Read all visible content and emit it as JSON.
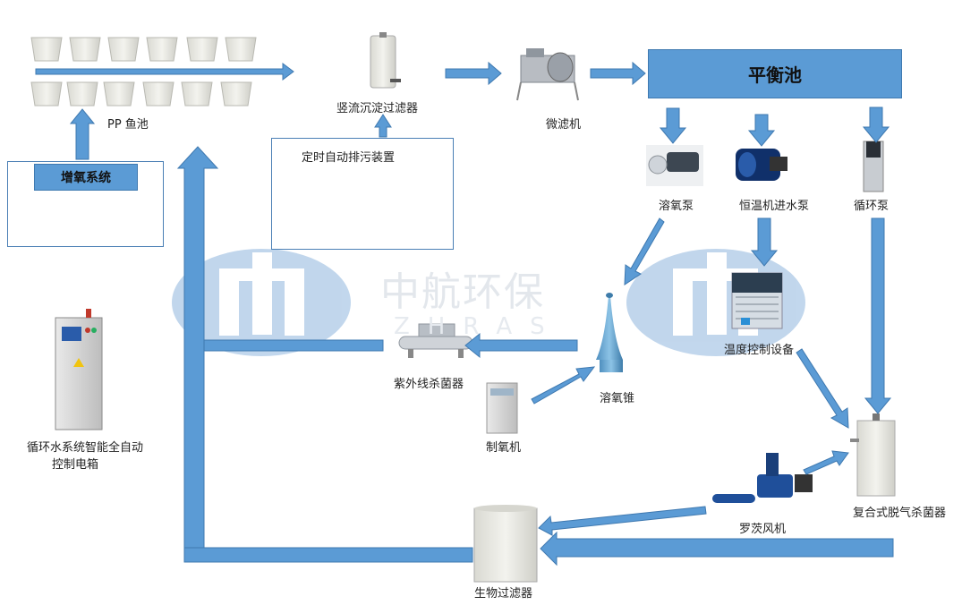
{
  "title": "平衡池",
  "labels": {
    "fish_tanks": "PP 鱼池",
    "vertical_filter": "竖流沉淀过滤器",
    "micro_filter": "微滤机",
    "auto_drain": "定时自动排污装置",
    "oxygen_system": "增氧系统",
    "oxygen_pump": "溶氧泵",
    "thermo_pump": "恒温机进水泵",
    "circulation_pump": "循环泵",
    "temp_control": "温度控制设备",
    "uv_sterilizer": "紫外线杀菌器",
    "oxygen_cone": "溶氧锥",
    "oxygen_generator": "制氧机",
    "control_box_line1": "循环水系统智能全自动",
    "control_box_line2": "控制电箱",
    "composite_degasser": "复合式脱气杀菌器",
    "roots_blower": "罗茨风机",
    "bio_filter": "生物过滤器"
  },
  "watermark": {
    "text": "中航环保",
    "sub": "ZHRAS"
  },
  "colors": {
    "arrow": "#5b9bd5",
    "arrow_edge": "#3f79b0",
    "box_border": "#4a7fb5",
    "watermark_blue": "#8fb6de"
  },
  "icons": [
    "fish-tank-icon",
    "filter-column-icon",
    "drum-filter-icon",
    "pump-icon",
    "chiller-icon",
    "uv-lamp-icon",
    "cone-icon",
    "oxygen-generator-icon",
    "control-cabinet-icon",
    "blower-icon",
    "bio-tank-icon"
  ]
}
